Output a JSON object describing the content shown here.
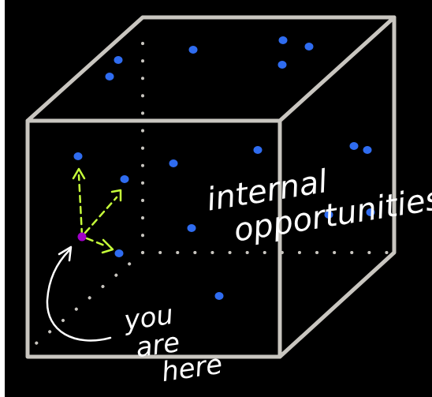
{
  "labels": {
    "internal": "internal",
    "opportunities": "opportunities",
    "you": "you",
    "are": "are",
    "here": "here"
  },
  "colors": {
    "background": "#000000",
    "cube_edge": "#c9c6c0",
    "dots": "#2f6cf0",
    "you_marker": "#a000c8",
    "arrows": "#c6ff3a",
    "text": "#ffffff"
  }
}
